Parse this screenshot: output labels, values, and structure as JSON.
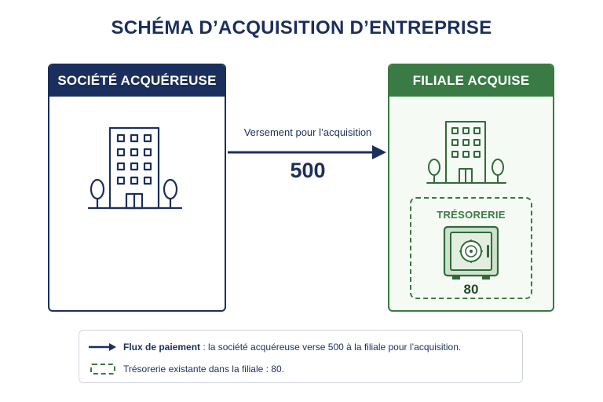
{
  "title": "SCHÉMA D’ACQUISITION D’ENTREPRISE",
  "acquirer": {
    "label": "SOCIÉTÉ ACQUÉREUSE",
    "color": "#1b2f5e"
  },
  "subsidiary": {
    "label": "FILIALE ACQUISE",
    "color": "#3a7a44"
  },
  "payment": {
    "label": "Versement pour l’acquisition",
    "value": "500"
  },
  "treasury": {
    "label": "TRÉSORERIE",
    "value": "80"
  },
  "legend": {
    "payment_bold": "Flux de paiement",
    "payment_text": " : la société acquéreuse verse 500 à la filiale pour l’acquisition.",
    "treasury_text": "Trésorerie existante dans la filiale : 80."
  },
  "icons": [
    "building-icon",
    "tree-icon",
    "safe-icon",
    "arrow-right-icon"
  ]
}
